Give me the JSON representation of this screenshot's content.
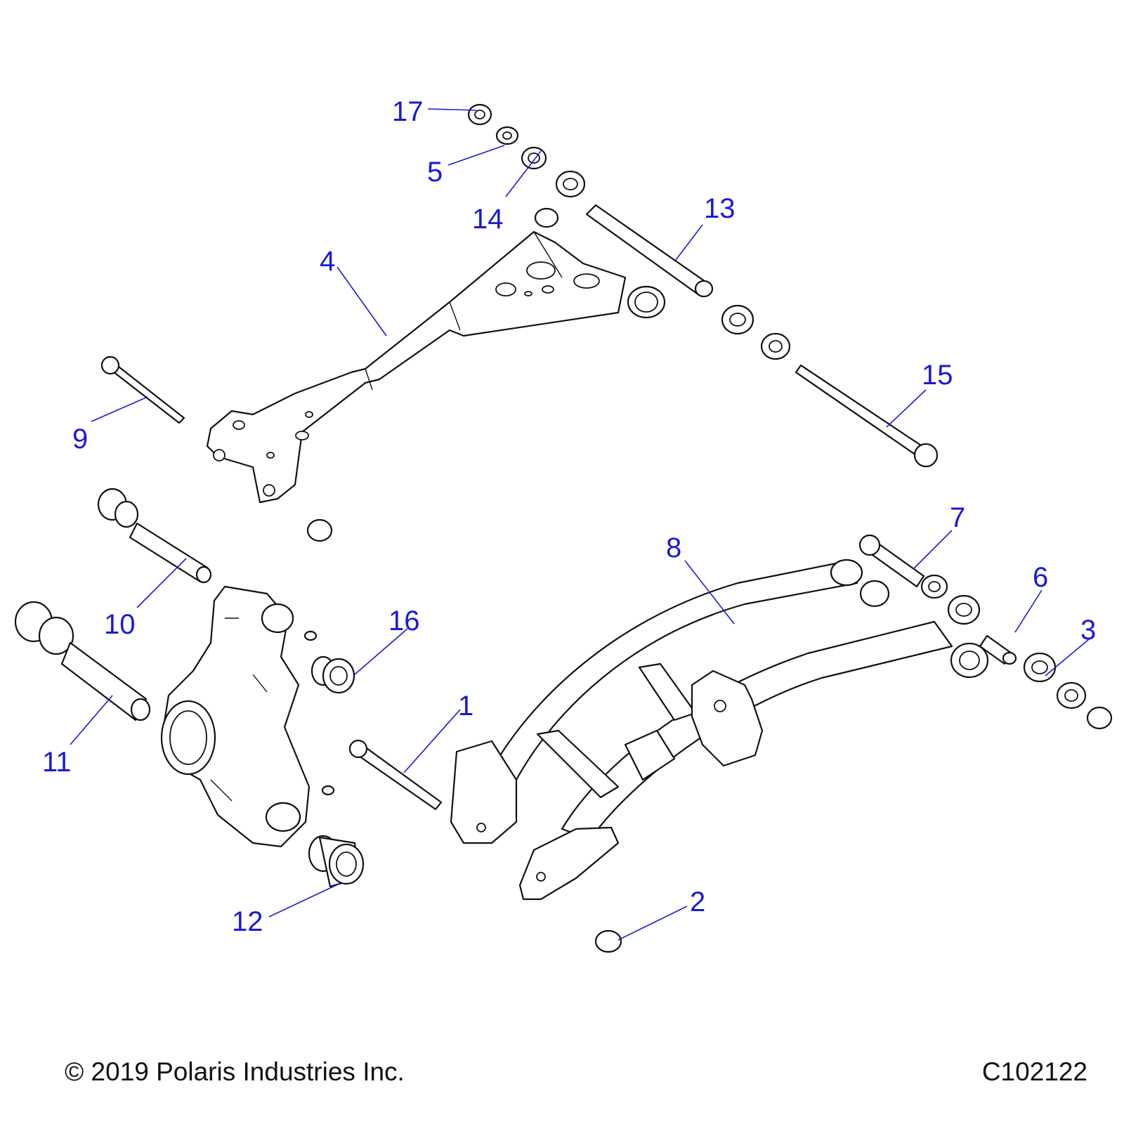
{
  "callouts": [
    "1",
    "2",
    "3",
    "4",
    "5",
    "6",
    "7",
    "8",
    "9",
    "10",
    "11",
    "12",
    "13",
    "14",
    "15",
    "16",
    "17"
  ],
  "footer": {
    "copyright": "© 2019 Polaris Industries Inc.",
    "figure_id": "C102122"
  },
  "colors": {
    "callout": "#1a1ad6",
    "line_art": "#111111",
    "background": "#ffffff"
  }
}
